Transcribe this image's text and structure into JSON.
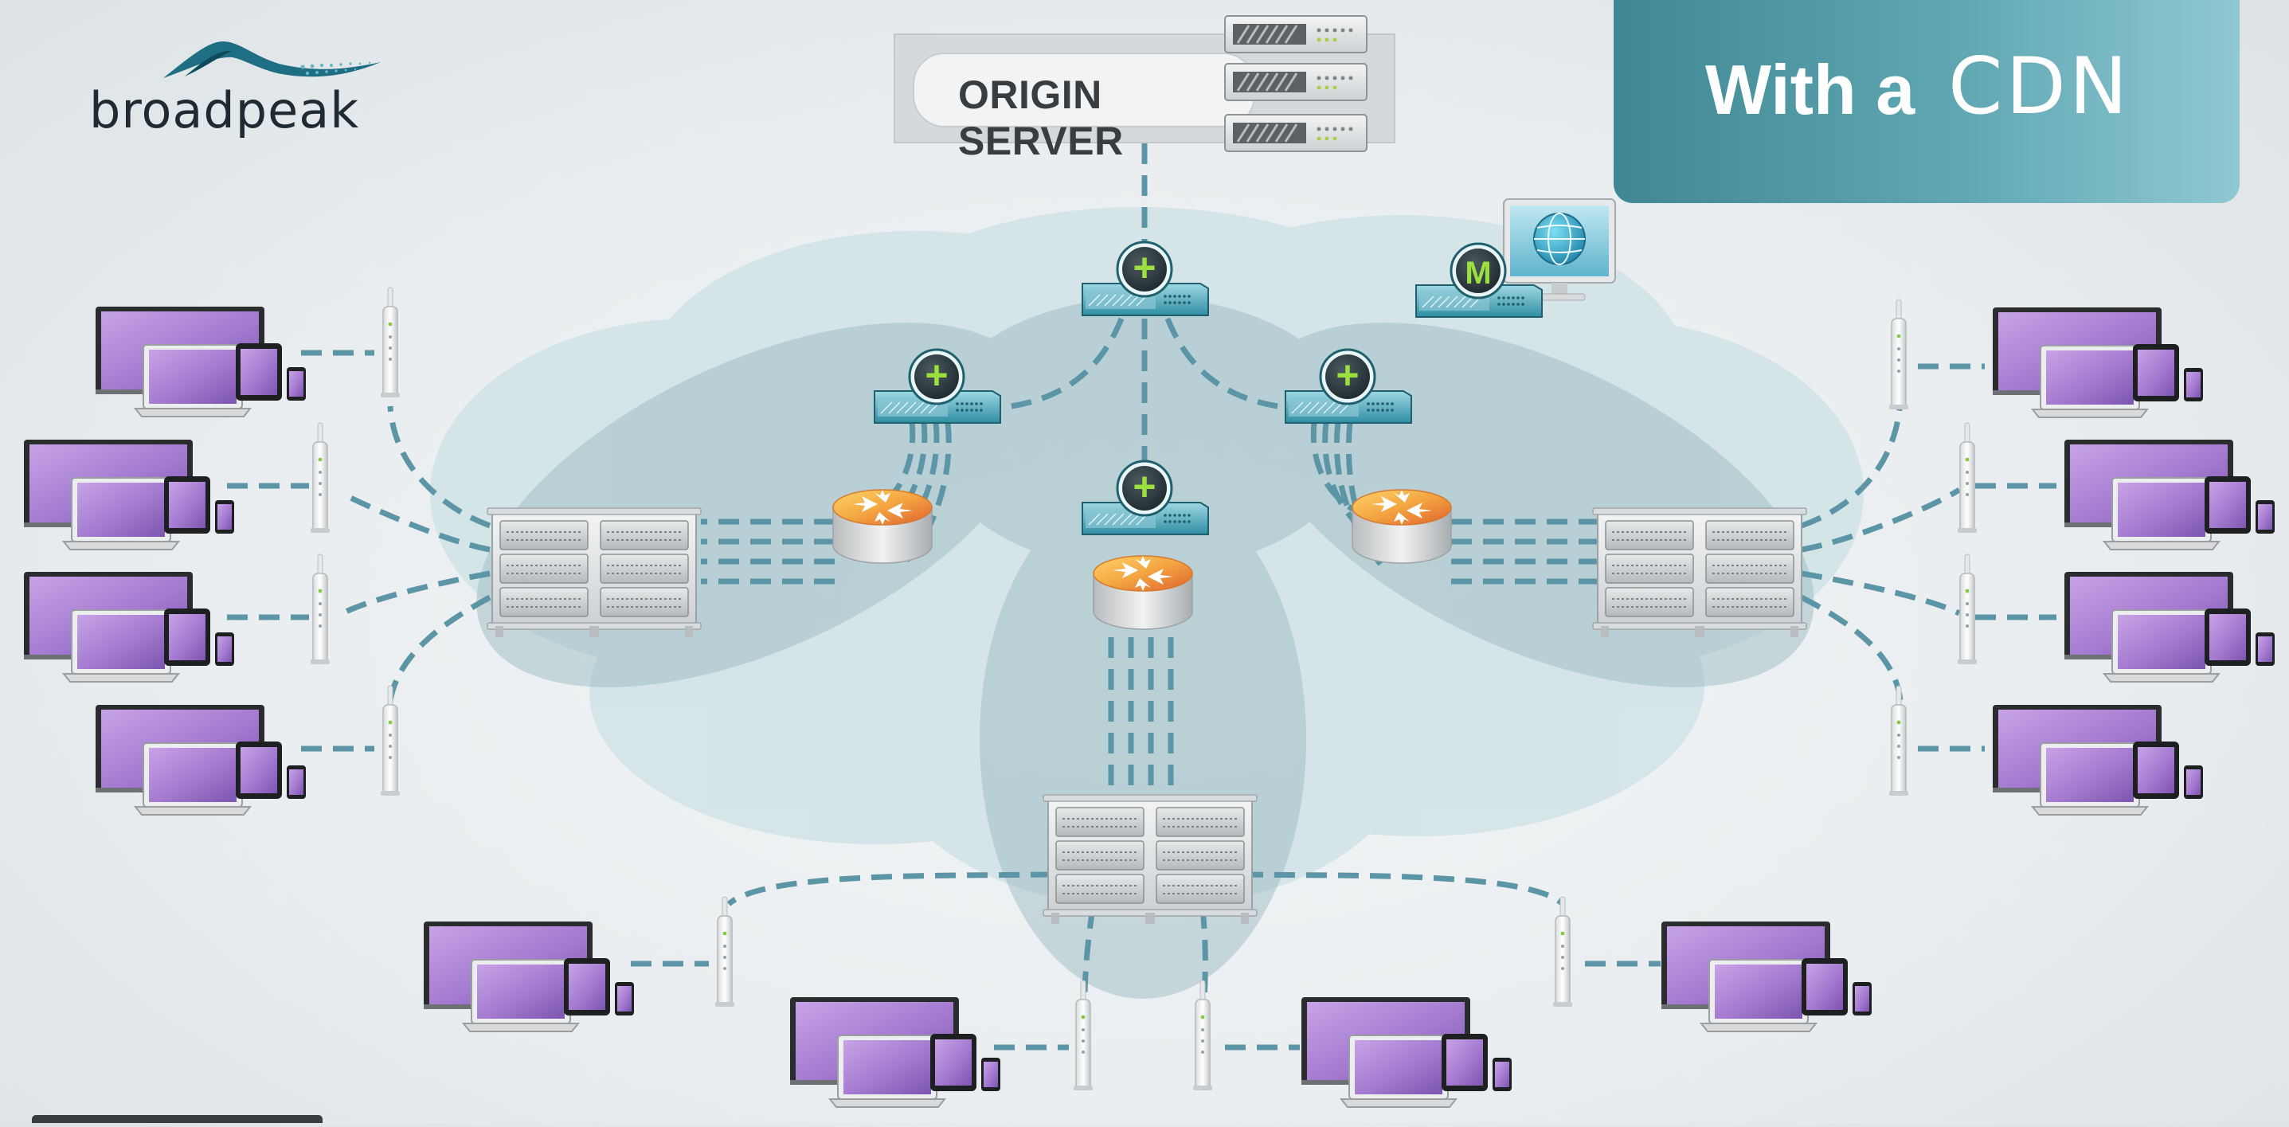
{
  "brand": {
    "name": "broadpeak"
  },
  "title": {
    "prefix": "With a",
    "highlight": "CDN"
  },
  "origin_server": {
    "label": "ORIGIN SERVER"
  },
  "nodes": {
    "cache_badge": "+",
    "manager_badge": "M"
  },
  "colors": {
    "accent": "#4d96a4",
    "link": "#5b95a6",
    "screen": "#a77ed0",
    "badge": "#9be03e",
    "router": "#f0a23a"
  },
  "icons": [
    "brand-logo-icon",
    "server-rack-icon",
    "cache-node-icon",
    "router-icon",
    "edge-server-icon",
    "access-point-icon",
    "device-cluster-icon",
    "monitor-globe-icon"
  ]
}
